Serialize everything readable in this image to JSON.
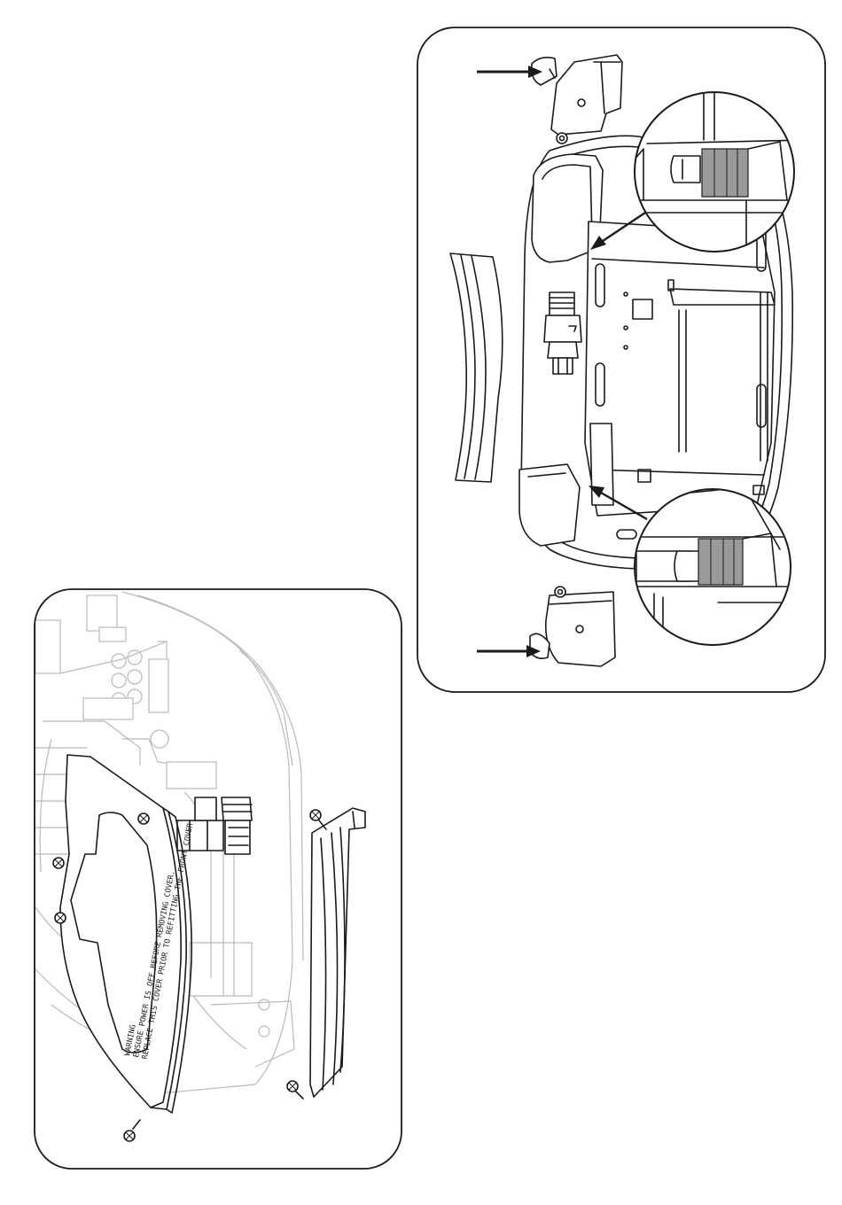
{
  "figure": {
    "background": "#ffffff",
    "line_color": "#1a1a1a",
    "ghost_color": "#b9b9b9",
    "highlight_color": "#9a9a9a"
  },
  "warning_label": {
    "title": "WARNING",
    "line1": "ENSURE POWER IS OFF BEFORE REMOVING COVER.",
    "line2": "REPLACE THIS COVER PRIOR TO REFITTING THE FRONT COVER"
  }
}
